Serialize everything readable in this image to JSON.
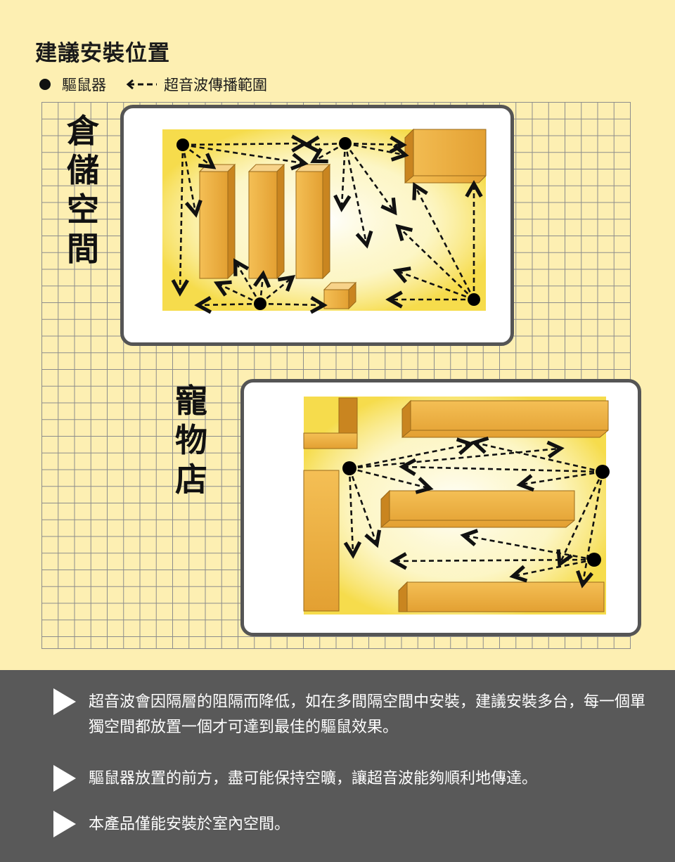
{
  "title": "建議安裝位置",
  "legend": {
    "repeller_label": "驅鼠器",
    "ultrasound_label": "超音波傳播範圍"
  },
  "sections": {
    "warehouse": {
      "label": "倉儲空間"
    },
    "pet_store": {
      "label": "寵物店"
    }
  },
  "notes": [
    {
      "text": "超音波會因隔層的阻隔而降低，如在多間隔空間中安裝，建議安裝多台，每一個單獨空間都放置一個才可達到最佳的驅鼠效果。"
    },
    {
      "text": "驅鼠器放置的前方，盡可能保持空曠，讓超音波能夠順利地傳達。"
    },
    {
      "text": "本產品僅能安裝於室內空間。"
    }
  ],
  "colors": {
    "background": "#fdefb2",
    "footer": "#595959",
    "box": "#e8a83a",
    "glow": "#f7e05a"
  }
}
